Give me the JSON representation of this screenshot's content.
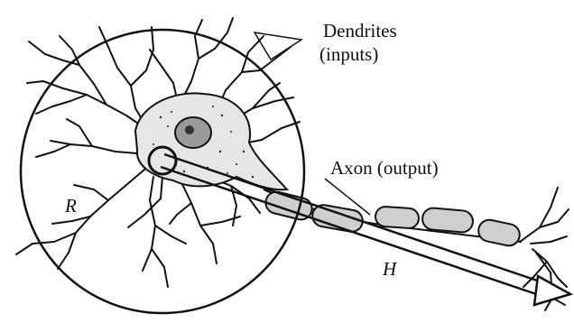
{
  "labels": {
    "dendrites": "Dendrites",
    "dendrites_sub": "(inputs)",
    "axon": "Axon (output)",
    "r": "R",
    "h": "H"
  },
  "colors": {
    "ink": "#111111",
    "cell_fill": "#e6e6e6",
    "myelin_fill": "#cfcfcf",
    "nucleus_fill": "#9a9a9a"
  }
}
